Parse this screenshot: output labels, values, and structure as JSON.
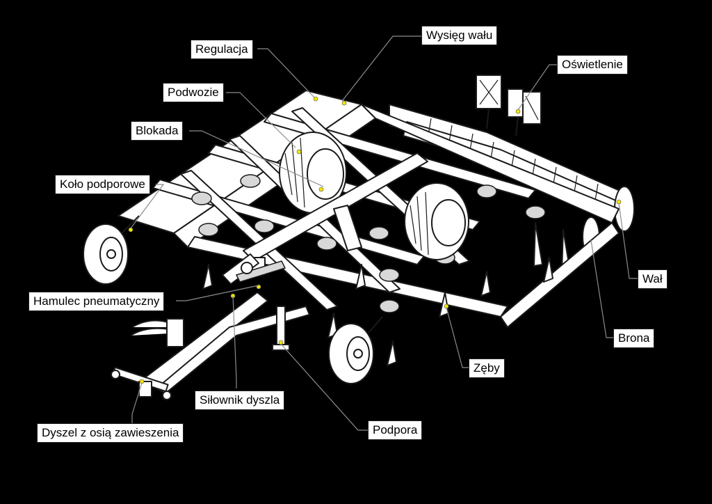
{
  "labels": {
    "wysieg_walu": "Wysięg wału",
    "regulacja": "Regulacja",
    "oswietlenie": "Oświetlenie",
    "podwozie": "Podwozie",
    "blokada": "Blokada",
    "kolo_podporowe": "Koło podporowe",
    "hamulec_pneumatyczny": "Hamulec pneumatyczny",
    "wal": "Wał",
    "brona": "Brona",
    "zeby": "Zęby",
    "silownik_dyszla": "Siłownik dyszla",
    "podpora": "Podpora",
    "dyszel": "Dyszel z osią zawieszenia"
  },
  "colors": {
    "background": "#000000",
    "label_background": "#ffffff",
    "leader_line": "#8c8c8c",
    "greasing_point": "#f2e600"
  }
}
